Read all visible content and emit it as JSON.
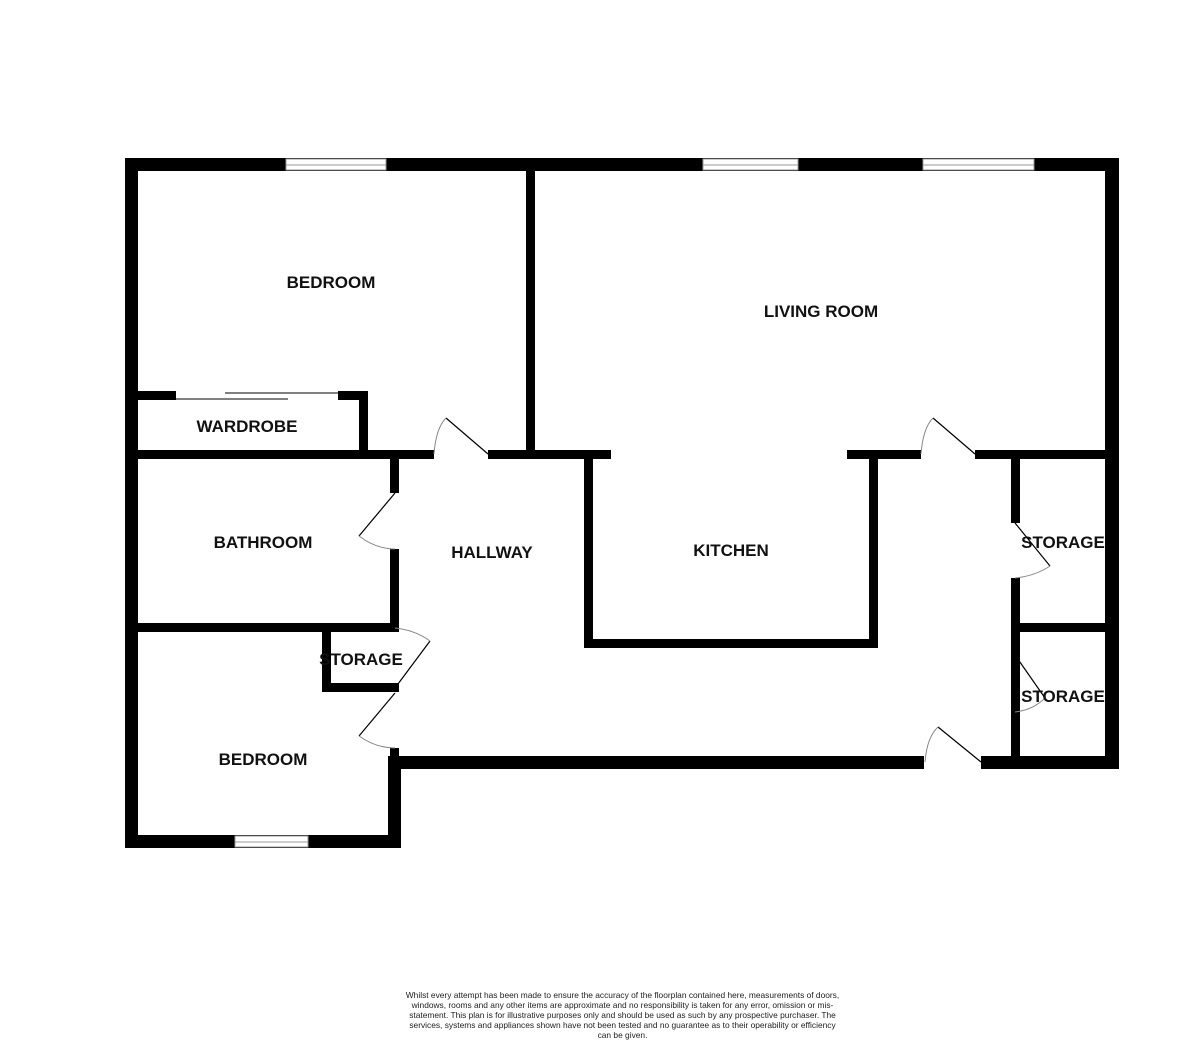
{
  "plan": {
    "wall_color": "#000000",
    "background": "#ffffff",
    "rooms": [
      {
        "id": "bedroom-1",
        "label": "BEDROOM"
      },
      {
        "id": "wardrobe",
        "label": "WARDROBE"
      },
      {
        "id": "living-room",
        "label": "LIVING ROOM"
      },
      {
        "id": "bathroom",
        "label": "BATHROOM"
      },
      {
        "id": "hallway",
        "label": "HALLWAY"
      },
      {
        "id": "kitchen",
        "label": "KITCHEN"
      },
      {
        "id": "storage-1",
        "label": "STORAGE"
      },
      {
        "id": "storage-2",
        "label": "STORAGE"
      },
      {
        "id": "storage-3",
        "label": "STORAGE"
      },
      {
        "id": "bedroom-2",
        "label": "BEDROOM"
      }
    ]
  },
  "disclaimer": "Whilst every attempt has been made to ensure the accuracy of the floorplan contained here, measurements of doors, windows, rooms and any other items are approximate and no responsibility is taken for any error, omission or mis-statement. This plan is for illustrative purposes only and should be used as such by any prospective purchaser. The services, systems and appliances shown have not been tested and no guarantee as to their operability or efficiency can be given."
}
